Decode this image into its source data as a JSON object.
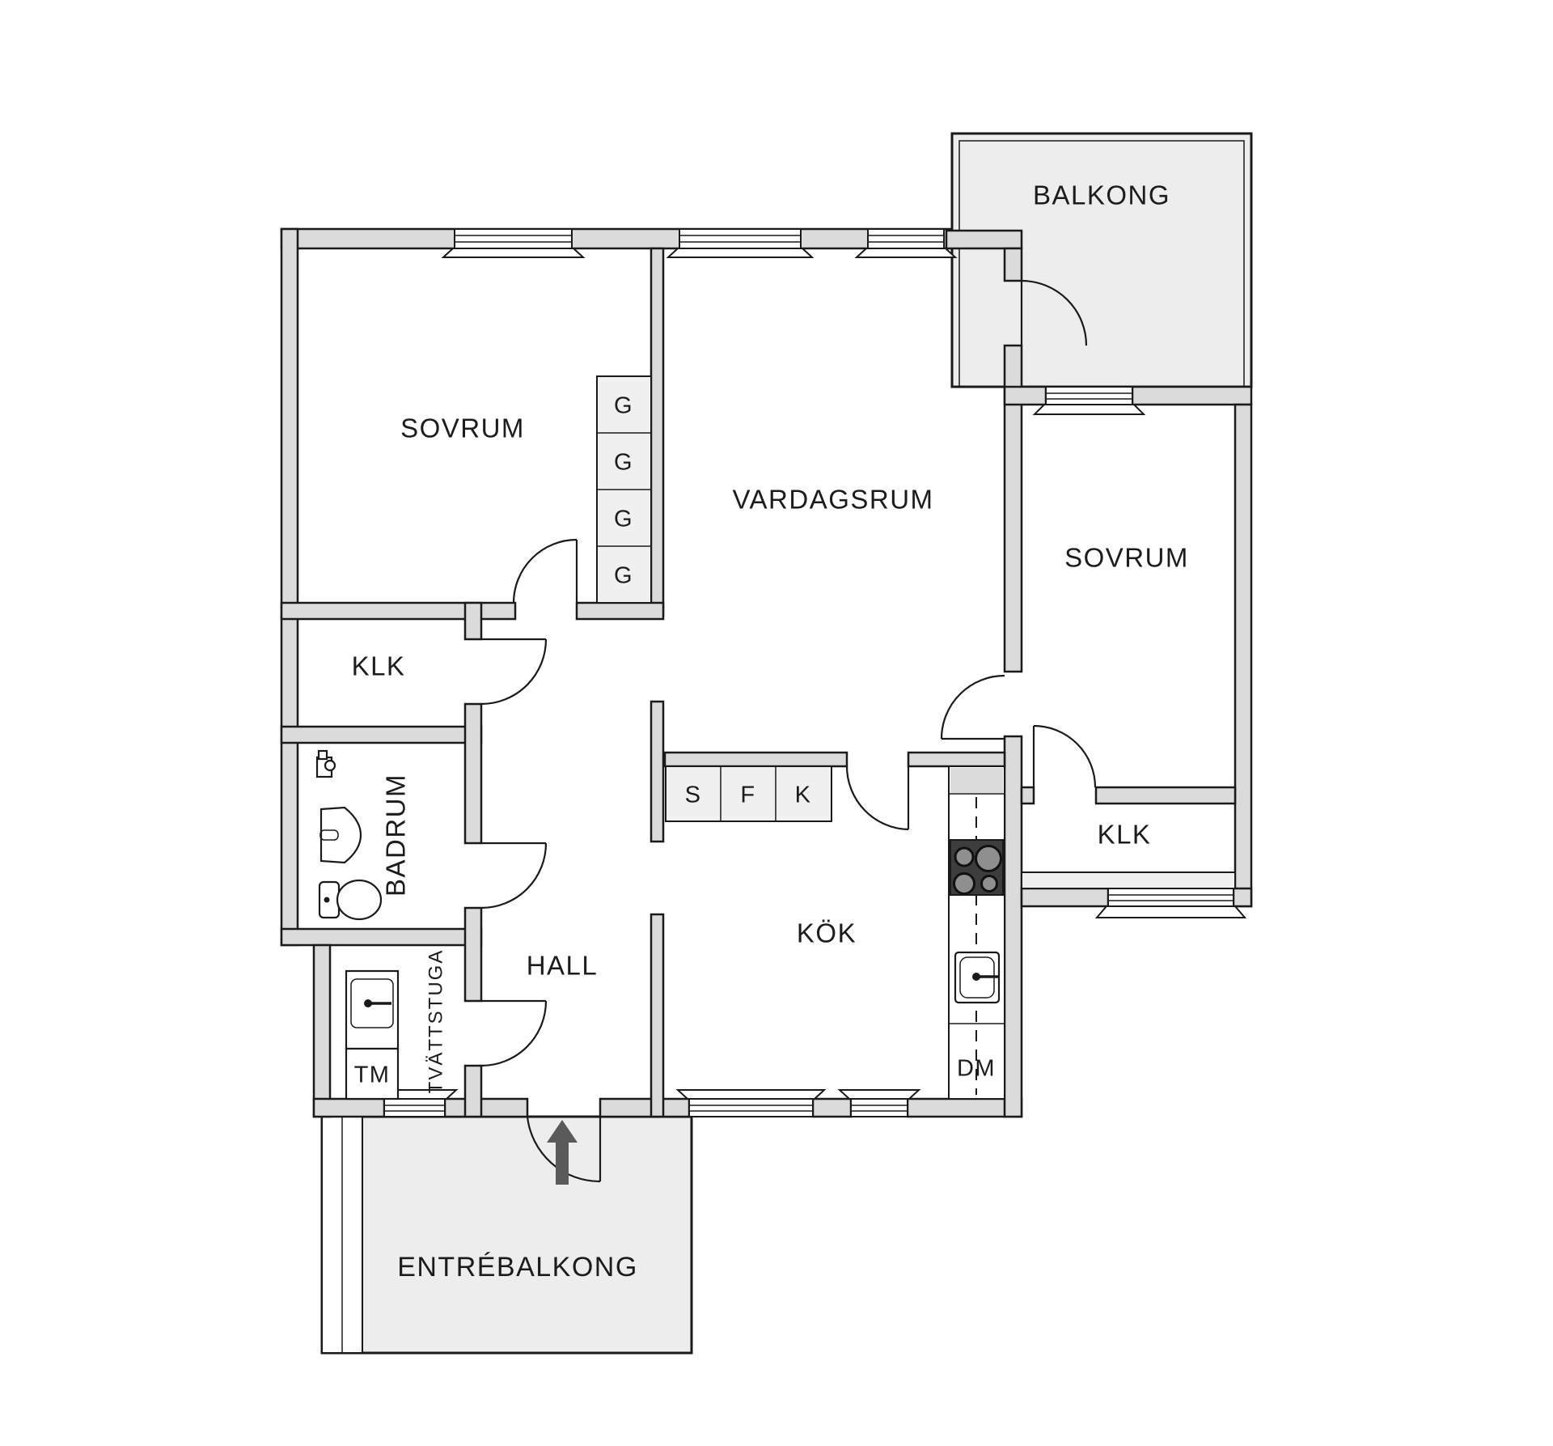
{
  "floorplan": {
    "rooms": {
      "bedroom_left": "SOVRUM",
      "living_room": "VARDAGSRUM",
      "balcony": "BALKONG",
      "bedroom_right": "SOVRUM",
      "closet_left": "KLK",
      "closet_right": "KLK",
      "bathroom": "BADRUM",
      "hall": "HALL",
      "kitchen": "KÖK",
      "laundry": "TVÄTTSTUGA",
      "entry_balcony": "ENTRÉBALKONG"
    },
    "appliances": {
      "washing_machine": "TM",
      "dishwasher": "DM"
    },
    "cabinets": {
      "pantry": "S",
      "freezer": "F",
      "fridge": "K",
      "wardrobe": "G",
      "wardrobe_count": 4
    },
    "colors": {
      "wall_fill": "#dbdbdb",
      "outline": "#1a1a1a",
      "room_fill": "#ffffff",
      "balcony_fill": "#ededed",
      "cabinet_fill": "#f0f0f0",
      "stove": "#3d3d3d",
      "arrow": "#5a5a5a"
    }
  }
}
